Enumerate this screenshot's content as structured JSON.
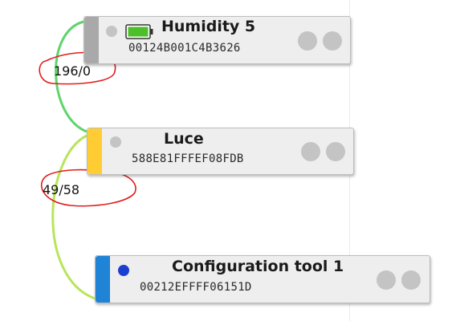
{
  "nodes": [
    {
      "title": "Humidity 5",
      "address": "00124B001C4B3626",
      "strip_color": "#a9a9a9",
      "status_dot_color": "#c4c4c4",
      "battery_color": "#4cbf2a",
      "has_battery_icon": true
    },
    {
      "title": "Luce",
      "address": "588E81FFFEF08FDB",
      "strip_color": "#ffcc33",
      "status_dot_color": "#c4c4c4",
      "has_battery_icon": false
    },
    {
      "title": "Configuration tool 1",
      "address": "00212EFFFF06151D",
      "strip_color": "#1f83d6",
      "status_dot_color": "#1a3fd1",
      "has_battery_icon": false
    }
  ],
  "links": [
    {
      "label": "196/0",
      "color": "#5fd46a",
      "annotation_color": "#e11d1d"
    },
    {
      "label": "49/58",
      "color": "#b8e55a",
      "annotation_color": "#e11d1d"
    }
  ]
}
